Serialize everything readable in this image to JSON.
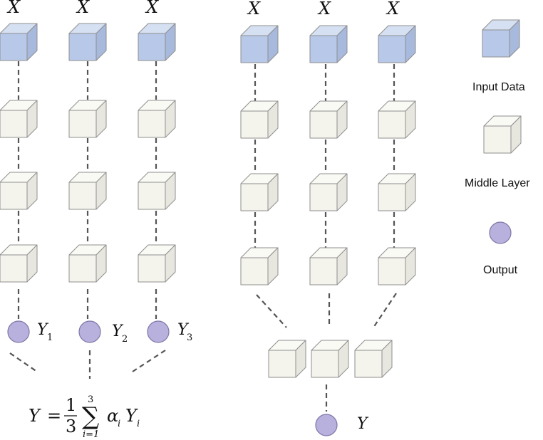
{
  "input_label": "X",
  "output_labels": {
    "y1": {
      "base": "Y",
      "sub": "1"
    },
    "y2": {
      "base": "Y",
      "sub": "2"
    },
    "y3": {
      "base": "Y",
      "sub": "3"
    },
    "y": "Y"
  },
  "equation": {
    "lhs": "Y",
    "equals": "=",
    "numerator": "1",
    "denominator": "3",
    "sum_symbol": "∑",
    "sum_upper": "3",
    "sum_lower": "i=1",
    "alpha": "α",
    "alpha_sub": "i",
    "y": "Y",
    "y_sub": "i"
  },
  "legend": {
    "input": "Input Data",
    "middle": "Middle Layer",
    "output": "Output"
  },
  "colors": {
    "input_front": "#b7c8e8",
    "input_top": "#d6e0f3",
    "input_side": "#a7b9dc",
    "middle_front": "#f4f3ec",
    "middle_top": "#fafaf5",
    "middle_side": "#e8e7df",
    "cube_edge": "#8f8f8f",
    "output_fill": "#b8b1dd",
    "output_edge": "#7d77a8"
  }
}
